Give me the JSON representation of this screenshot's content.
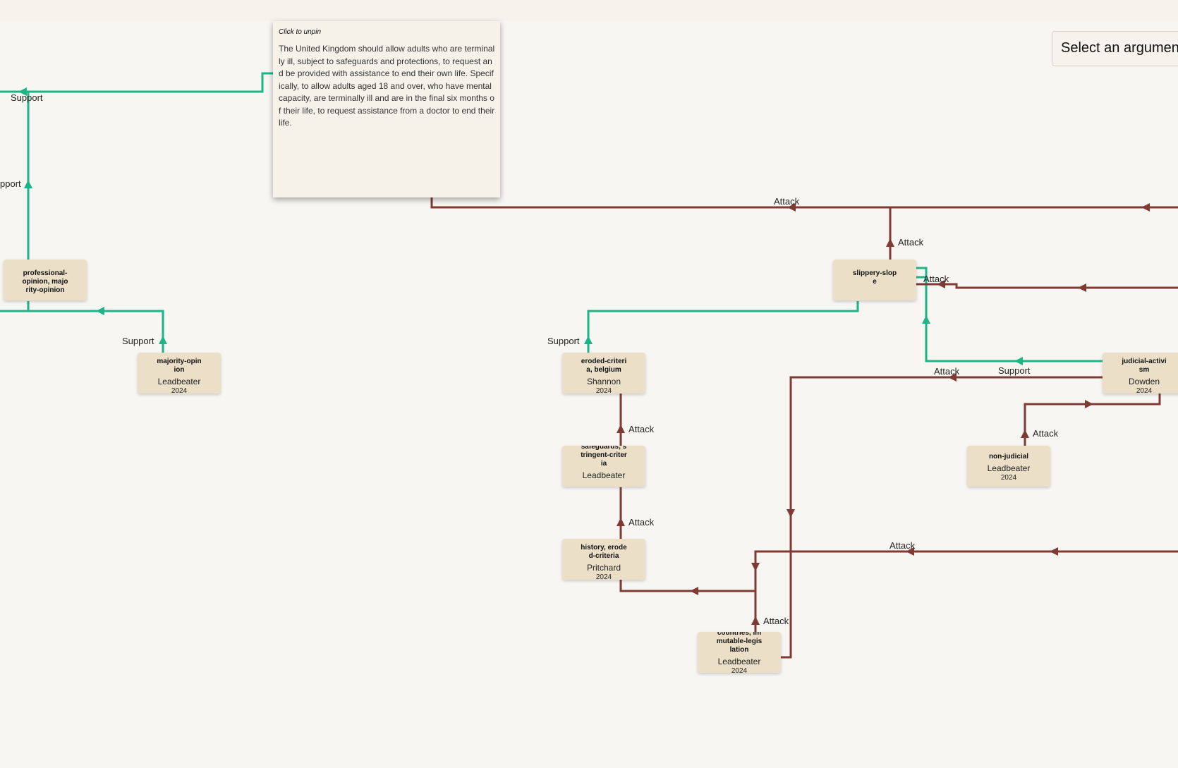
{
  "tooltip": {
    "hint": "Click to unpin",
    "text": "The United Kingdom should allow adults who are terminally ill, subject to safeguards and protections, to request and be provided with assistance to end their own life. Specifically, to allow adults aged 18 and over, who have mental capacity, are terminally ill and are in the final six months of their life, to request assistance from a doctor to end their life."
  },
  "argument_select": {
    "value": "Select an argumen"
  },
  "colors": {
    "support": "#1db586",
    "attack": "#7f3b33",
    "node_fill": "#ebdfc8",
    "background": "#f8f6f3"
  },
  "nodes": {
    "professional_opinion": {
      "label": "professional-\nopinion, majo\nrity-opinion",
      "author": "",
      "year": ""
    },
    "majority_opinion": {
      "label": "majority-opin\nion",
      "author": "Leadbeater",
      "year": "2024"
    },
    "slippery_slope": {
      "label": "slippery-slop\ne",
      "author": "",
      "year": ""
    },
    "eroded_criteria": {
      "label": "eroded-criteri\na, belgium",
      "author": "Shannon",
      "year": "2024"
    },
    "safeguards": {
      "label": "safeguards, s\ntringent-criter\nia",
      "author": "Leadbeater",
      "year": ""
    },
    "history": {
      "label": "history, erode\nd-criteria",
      "author": "Pritchard",
      "year": "2024"
    },
    "countries": {
      "label": "countries, im\nmutable-legis\nlation",
      "author": "Leadbeater",
      "year": "2024"
    },
    "judicial_activism": {
      "label": "judicial-activi\nsm",
      "author": "Dowden",
      "year": "2024"
    },
    "non_judicial": {
      "label": "non-judicial",
      "author": "Leadbeater",
      "year": "2024"
    }
  },
  "edge_labels": {
    "support_top": "Support",
    "support_left": "pport",
    "support_majority": "Support",
    "attack_top": "Attack",
    "attack_slippery": "Attack",
    "attack_right_slippery": "Attack",
    "support_eroded": "Support",
    "attack_judicial": "Attack",
    "support_judicial": "Support",
    "attack_safeguards": "Attack",
    "attack_non_judicial": "Attack",
    "attack_history": "Attack",
    "attack_mid": "Attack",
    "attack_countries": "Attack"
  }
}
